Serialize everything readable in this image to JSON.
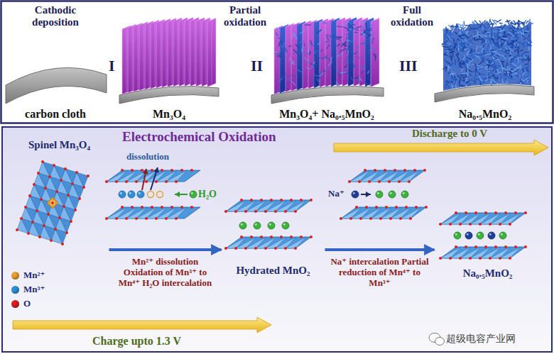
{
  "diagram": {
    "nodes": [
      {
        "text": [
          "carbon cloth"
        ]
      },
      {
        "text": [
          "Mn₃O₄"
        ]
      },
      {
        "text": [
          "Mn₃O₄+ Na₀.₅MnO₂"
        ]
      },
      {
        "text": [
          "Na₀.₅MnO₂"
        ]
      },
      {
        "text": [
          "Electrochemical Oxidation"
        ]
      },
      {
        "text": [
          "Spinel Mn₃O₄"
        ],
        "in": 4
      },
      {
        "text": [
          "Hydrated MnO₂"
        ],
        "in": 4
      },
      {
        "text": [
          "Na₀.₅MnO₂"
        ],
        "in": 4
      }
    ],
    "edges": [
      {
        "from": 5,
        "to": 6,
        "label": "Mn²⁺ dissolution Oxidation of Mn³⁺ to Mn⁴⁺ H₂O intercalation",
        "arrow": "to"
      },
      {
        "from": 6,
        "to": 7,
        "label": "Na⁺ intercalation Partial reduction of Mn⁴⁺ to Mn³⁺",
        "arrow": "to"
      }
    ],
    "labels": [
      "Cathodic deposition",
      "I",
      "Partial oxidation",
      "II",
      "Full oxidation",
      "III",
      "Discharge to 0 V",
      "dissolution",
      "H₂O",
      "Na⁺",
      "Charge upto 1.3 V",
      "超级电容产业网"
    ],
    "legend": [
      {
        "text": "Mn²⁺",
        "color": "#e8a030"
      },
      {
        "text": "Mn³⁺",
        "color": "#2f8fd6"
      },
      {
        "text": "O",
        "color": "#d8201e"
      }
    ]
  }
}
